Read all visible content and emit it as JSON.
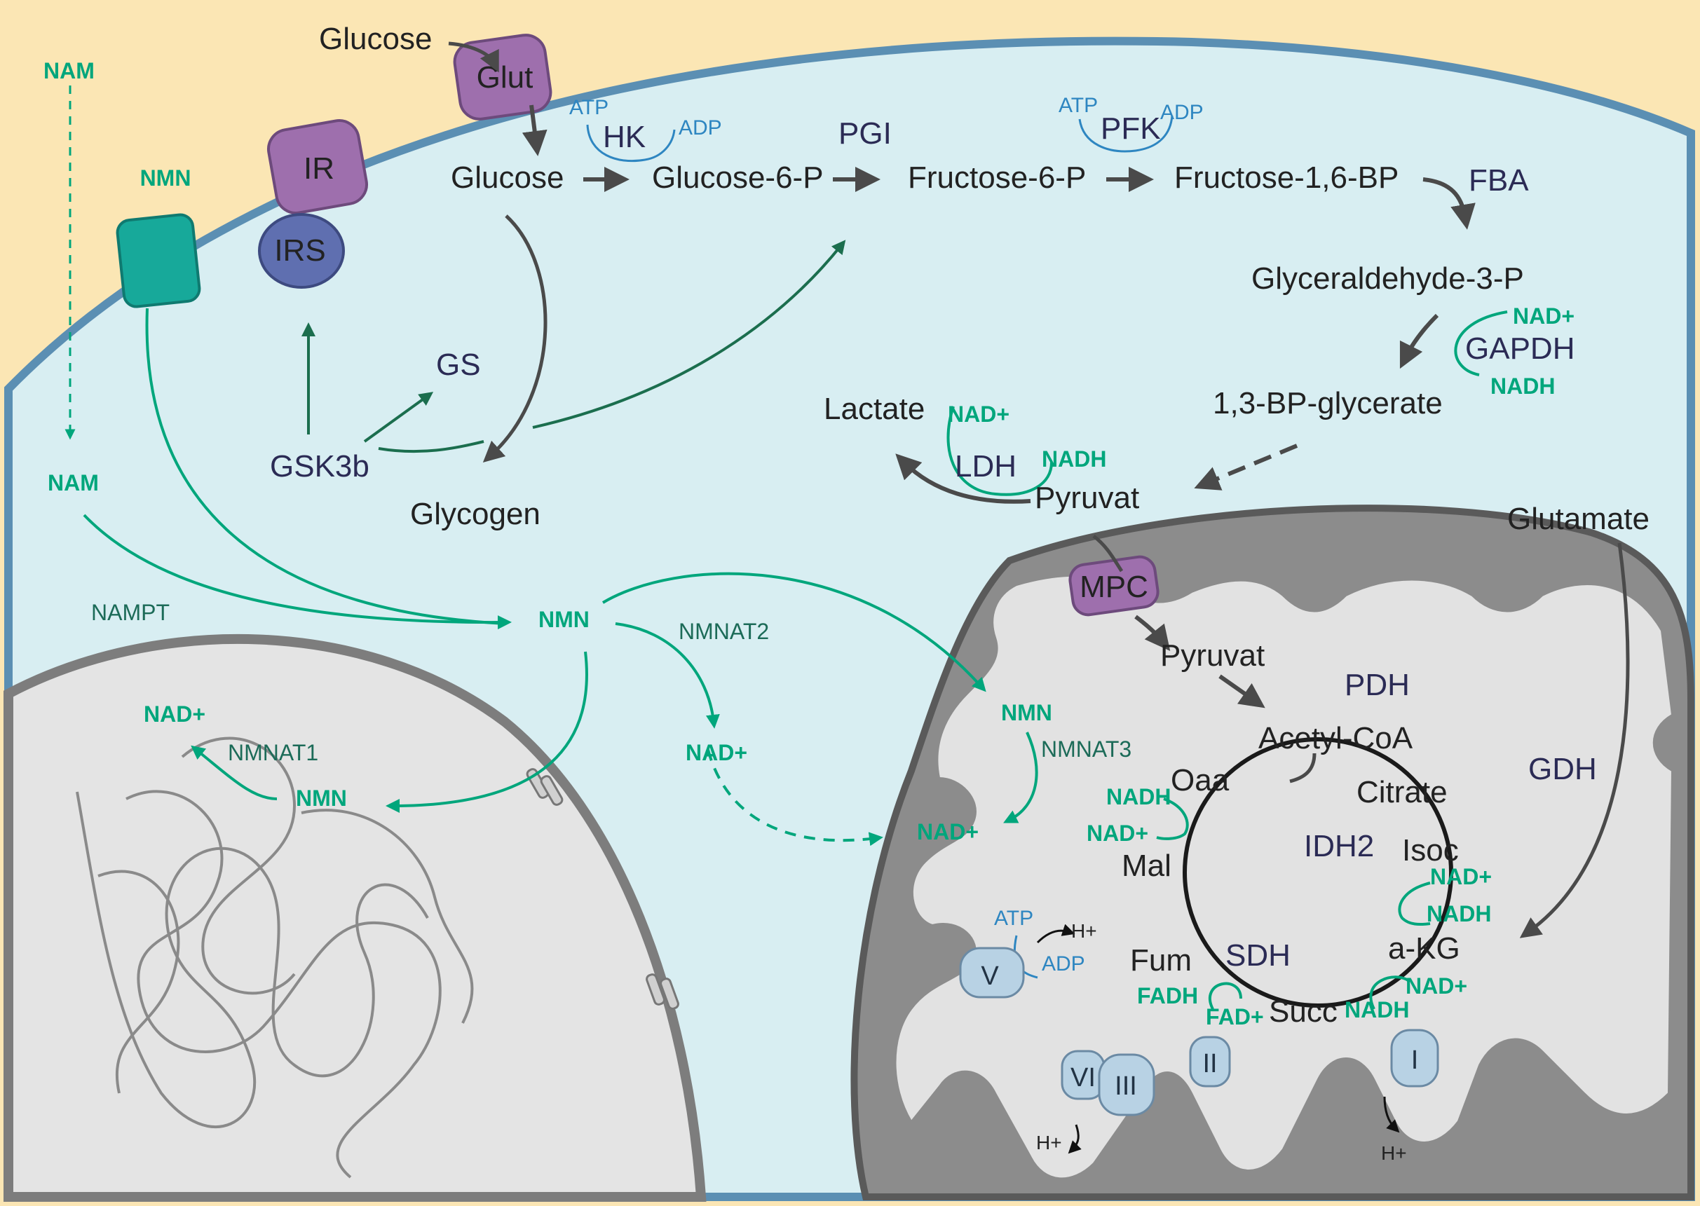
{
  "colors": {
    "extracellular": "#fbe6b4",
    "cytoplasm": "#d8eef2",
    "membrane": "#5b8fb3",
    "mitochondria_outer": "#8c8c8c",
    "mitochondria_matrix": "#e2e2e2",
    "nucleus": "#e4e4e4",
    "green_pathway": "#00a67c",
    "enzyme_text": "#2b2b55",
    "cofactor_blue": "#2e86c1",
    "receptor_purple": "#9e6fad",
    "irs_blue": "#5f6fb0",
    "transporter_teal": "#17a99a",
    "complex_lightblue": "#b8d2e4"
  },
  "membrane_proteins": {
    "glut": "Glut",
    "ir": "IR",
    "irs": "IRS",
    "nmn_transporter_label": "NMN",
    "mpc": "MPC"
  },
  "extracellular": {
    "glucose": "Glucose",
    "nam": "NAM"
  },
  "glycolysis": {
    "glucose": "Glucose",
    "hk": "HK",
    "hk_atp": "ATP",
    "hk_adp": "ADP",
    "glucose_6_p": "Glucose-6-P",
    "pgi": "PGI",
    "fructose_6_p": "Fructose-6-P",
    "pfk": "PFK",
    "pfk_atp": "ATP",
    "pfk_adp": "ADP",
    "fructose_16_bp": "Fructose-1,6-BP",
    "fba": "FBA",
    "glyceraldehyde_3_p": "Glyceraldehyde-3-P",
    "gapdh": "GAPDH",
    "gapdh_nad": "NAD+",
    "gapdh_nadh": "NADH",
    "bp_glycerate": "1,3-BP-glycerate",
    "pyruvat": "Pyruvat",
    "lactate": "Lactate",
    "ldh": "LDH",
    "ldh_nad": "NAD+",
    "ldh_nadh": "NADH"
  },
  "glycogen": {
    "gs": "GS",
    "gsk3b": "GSK3b",
    "glycogen": "Glycogen"
  },
  "nad_salvage": {
    "nam_cytosol": "NAM",
    "nampt": "NAMPT",
    "nmn_cytosol": "NMN",
    "nmnat2": "NMNAT2",
    "nad_cytosol": "NAD+",
    "nmnat1": "NMNAT1",
    "nad_nucleus": "NAD+",
    "nmn_nucleus": "NMN",
    "nmn_mito": "NMN",
    "nmnat3": "NMNAT3",
    "nad_mito": "NAD+"
  },
  "mitochondria": {
    "pyruvat": "Pyruvat",
    "pdh": "PDH",
    "acetyl_coa": "Acetyl-CoA",
    "glutamate": "Glutamate",
    "gdh": "GDH",
    "oaa": "Oaa",
    "citrate": "Citrate",
    "isoc": "Isoc",
    "idh2": "IDH2",
    "akg": "a-KG",
    "succ": "Succ",
    "sdh": "SDH",
    "fum": "Fum",
    "mal": "Mal",
    "mal_nadh": "NADH",
    "mal_nad": "NAD+",
    "isoc_nad": "NAD+",
    "isoc_nadh": "NADH",
    "succ_fadh": "FADH",
    "succ_fad": "FAD+",
    "akg_nad": "NAD+",
    "akg_nadh": "NADH",
    "complex_v": "V",
    "complex_v_atp": "ATP",
    "complex_v_adp": "ADP",
    "complex_v_h": "H+",
    "complex_vi": "VI",
    "complex_iii": "III",
    "complex_ii": "II",
    "complex_i": "I",
    "h_plus_iii": "H+",
    "h_plus_i": "H+"
  }
}
